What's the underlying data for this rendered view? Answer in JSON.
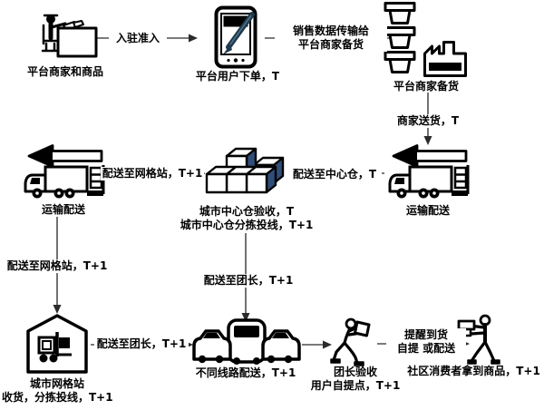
{
  "colors": {
    "ink": "#000000",
    "connector_line": "#4f4f4f",
    "arrowhead": "#2b2b2b",
    "cube_face_dark": "#2f4e78",
    "stylus": "#1f3a4d",
    "background": "#ffffff"
  },
  "nodes": {
    "merchant": "平台商家和商品",
    "user_order": "平台用户下单，T",
    "merchant_stock": "平台商家备货",
    "transport_right": "运输配送",
    "hub_line1": "城市中心仓验收，T",
    "hub_line2": "城市中心仓分拣投线，T+1",
    "transport_left": "运输配送",
    "grid_line1": "城市网格站",
    "grid_line2": "收货，分拣投线，T+1",
    "routes": "不同线路配送，T+1",
    "leader_line1": "团长验收",
    "leader_line2": "用户自提点，T+1",
    "consumer": "社区消费者拿到商品，T+1"
  },
  "edges": {
    "onboard": "入驻准入",
    "sales_line1": "销售数据传输给",
    "sales_line2": "平台商家备货",
    "merchant_ship": "商家送货，T",
    "to_hub": "配送至中心仓，T",
    "to_grid_horizontal": "配送至网格站，T+1",
    "to_grid_vertical": "配送至网格站，T+1",
    "to_leader_from_grid": "配送至团长，T+1",
    "to_leader_from_hub": "配送至团长，T+1",
    "notify_line1": "提醒到货",
    "notify_line2": "自提 或配送"
  },
  "icons": {
    "merchant": "person-at-desk-icon",
    "user_order": "smartphone-stylus-icon",
    "stock_bins": "stacked-bins-icon",
    "stock_factory": "factory-icon",
    "transport": "truck-with-left-arrow-icon",
    "hub": "isometric-boxes-icon",
    "grid": "warehouse-forklift-icon",
    "routes": "three-vehicles-icon",
    "leader": "person-carrying-box-icon",
    "consumer": "person-holding-goods-icon"
  }
}
